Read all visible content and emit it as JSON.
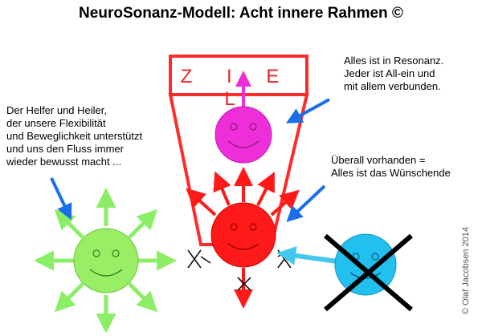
{
  "title": "NeuroSonanz-Modell: Acht innere Rahmen ©",
  "ziel": "Z I E L",
  "notes": {
    "helper": "Der Helfer und Heiler,\nder unsere Flexibilität\nund Beweglichkeit unterstützt\nund uns den Fluss immer\nwieder bewusst macht ...",
    "resonance": "Alles ist in Resonanz.\nJeder ist All-ein und\nmit allem verbunden.",
    "everywhere": "Überall vorhanden =\nAlles ist das Wünschende"
  },
  "copyright": "© Olaf Jacobsen 2014",
  "colors": {
    "red": "#ff1a1a",
    "frame_red": "#ff2a2a",
    "magenta": "#ee2ed8",
    "green": "#99ee66",
    "green_arrow": "#8cee66",
    "cyan": "#22c0ee",
    "blue_arrow": "#1a6fe8",
    "cross": "#000000"
  }
}
